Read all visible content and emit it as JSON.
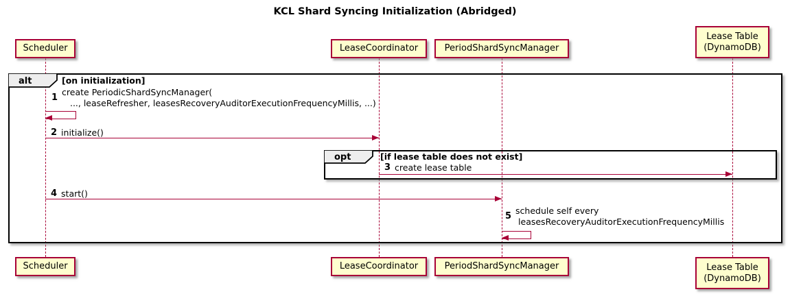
{
  "title": "KCL Shard Syncing Initialization (Abridged)",
  "participants": {
    "scheduler": "Scheduler",
    "lease_coordinator": "LeaseCoordinator",
    "period_shard_sync_manager": "PeriodShardSyncManager",
    "lease_table": "Lease Table\n(DynamoDB)"
  },
  "frames": {
    "alt": {
      "label": "alt",
      "condition": "[on initialization]"
    },
    "opt": {
      "label": "opt",
      "condition": "[if lease table does not exist]"
    }
  },
  "messages": [
    {
      "num": "1",
      "text": "create PeriodicShardSyncManager(\n   ..., leaseRefresher, leasesRecoveryAuditorExecutionFrequencyMillis, ...)",
      "kind": "self",
      "from": "Scheduler",
      "to": "Scheduler"
    },
    {
      "num": "2",
      "text": "initialize()",
      "kind": "arrow",
      "from": "Scheduler",
      "to": "LeaseCoordinator"
    },
    {
      "num": "3",
      "text": "create lease table",
      "kind": "arrow",
      "from": "LeaseCoordinator",
      "to": "Lease Table (DynamoDB)"
    },
    {
      "num": "4",
      "text": "start()",
      "kind": "arrow",
      "from": "Scheduler",
      "to": "PeriodShardSyncManager"
    },
    {
      "num": "5",
      "text": "schedule self every\n leasesRecoveryAuditorExecutionFrequencyMillis",
      "kind": "self",
      "from": "PeriodShardSyncManager",
      "to": "PeriodShardSyncManager"
    }
  ],
  "colors": {
    "participant_fill": "#FEFECE",
    "participant_border": "#A80036",
    "lifeline": "#A80036",
    "arrow": "#A80036",
    "frame_border": "#000000",
    "frame_label_fill": "#EEEEEE",
    "text": "#000000"
  }
}
